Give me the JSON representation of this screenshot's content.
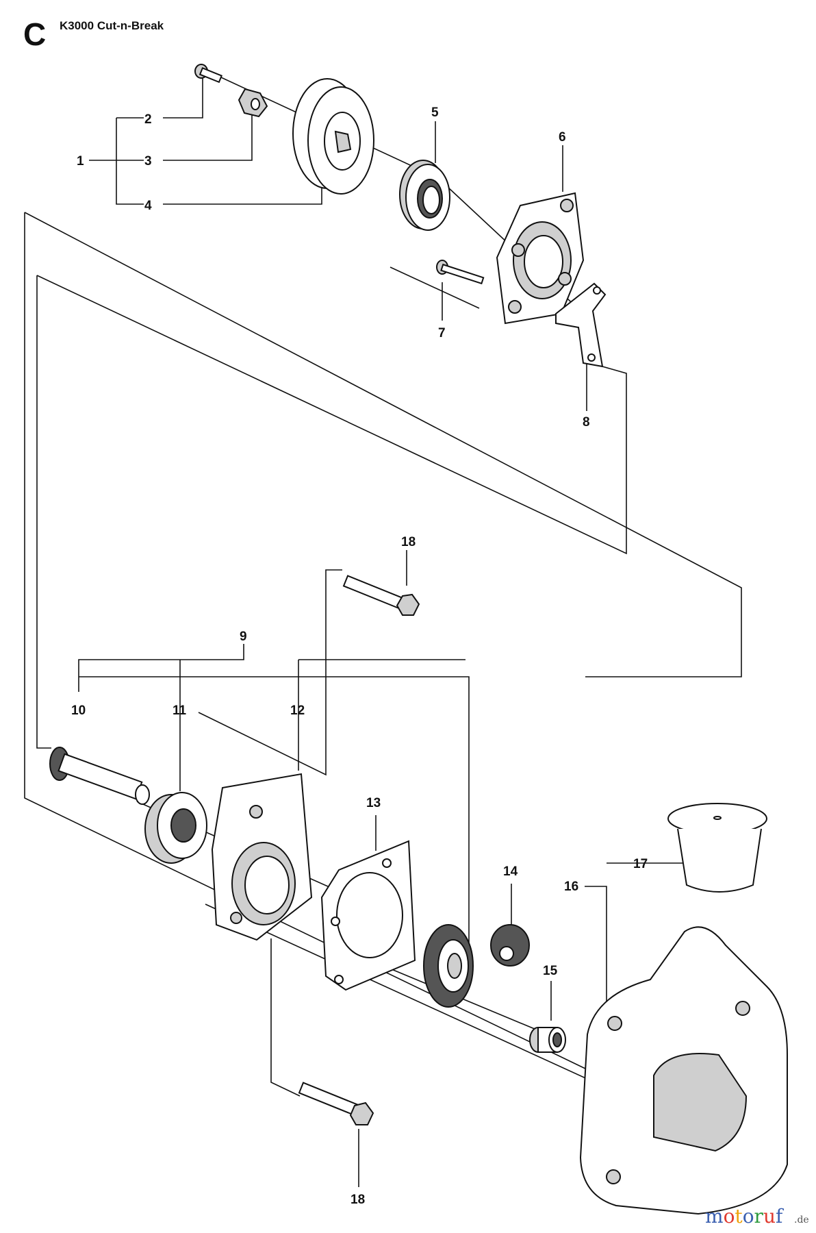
{
  "header": {
    "section_letter": "C",
    "title": "K3000 Cut-n-Break"
  },
  "callouts": {
    "p1": "1",
    "p2": "2",
    "p3": "3",
    "p4": "4",
    "p5": "5",
    "p6": "6",
    "p7": "7",
    "p8": "8",
    "p9": "9",
    "p10": "10",
    "p11": "11",
    "p12": "12",
    "p13": "13",
    "p14": "14",
    "p15": "15",
    "p16": "16",
    "p17": "17",
    "p18_top": "18",
    "p18_bottom": "18"
  },
  "watermark": {
    "brand_letters": [
      "m",
      "o",
      "t",
      "o",
      "r",
      "u",
      "f"
    ],
    "brand_colors": [
      "#3a5fb0",
      "#e03a2f",
      "#f0a20a",
      "#3a5fb0",
      "#2e9a3e",
      "#e03a2f",
      "#3a5fb0"
    ],
    "suffix": ".de"
  }
}
